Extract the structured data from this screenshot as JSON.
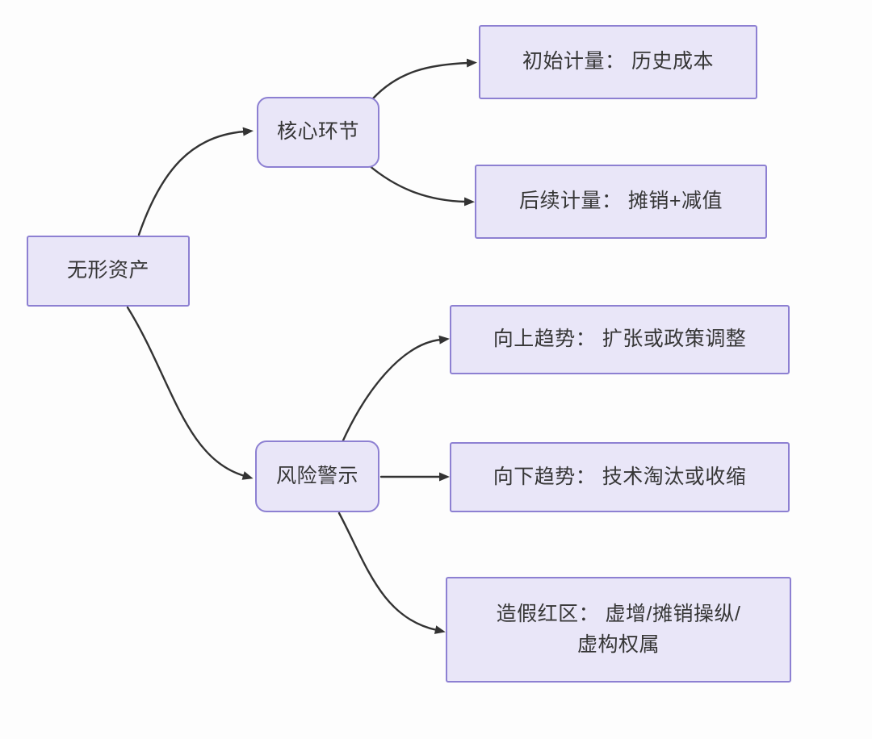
{
  "diagram": {
    "type": "flowchart",
    "direction": "left-to-right",
    "colors": {
      "background": "#fdfdfd",
      "node_fill": "#e9e6f8",
      "node_border": "#8d80d2",
      "arrow": "#333333",
      "text": "#363636"
    },
    "root": {
      "id": "intangible-assets",
      "label": "无形资产"
    },
    "branches": [
      {
        "id": "core-links",
        "label": "核心环节",
        "children": [
          {
            "id": "initial-measurement",
            "label": "初始计量： 历史成本"
          },
          {
            "id": "subsequent-measurement",
            "label": "后续计量： 摊销+减值"
          }
        ]
      },
      {
        "id": "risk-warning",
        "label": "风险警示",
        "children": [
          {
            "id": "upward-trend",
            "label": "向上趋势： 扩张或政策调整"
          },
          {
            "id": "downward-trend",
            "label": "向下趋势： 技术淘汰或收缩"
          },
          {
            "id": "fraud-red-zone",
            "label": "造假红区： 虚增/摊销操纵/虚构权属",
            "lines": [
              "造假红区： 虚增/摊销操纵/",
              "虚构权属"
            ]
          }
        ]
      }
    ],
    "edges": [
      {
        "from": "无形资产",
        "to": "核心环节"
      },
      {
        "from": "无形资产",
        "to": "风险警示"
      },
      {
        "from": "核心环节",
        "to": "初始计量： 历史成本"
      },
      {
        "from": "核心环节",
        "to": "后续计量： 摊销+减值"
      },
      {
        "from": "风险警示",
        "to": "向上趋势： 扩张或政策调整"
      },
      {
        "from": "风险警示",
        "to": "向下趋势： 技术淘汰或收缩"
      },
      {
        "from": "风险警示",
        "to": "造假红区： 虚增/摊销操纵/虚构权属"
      }
    ]
  }
}
